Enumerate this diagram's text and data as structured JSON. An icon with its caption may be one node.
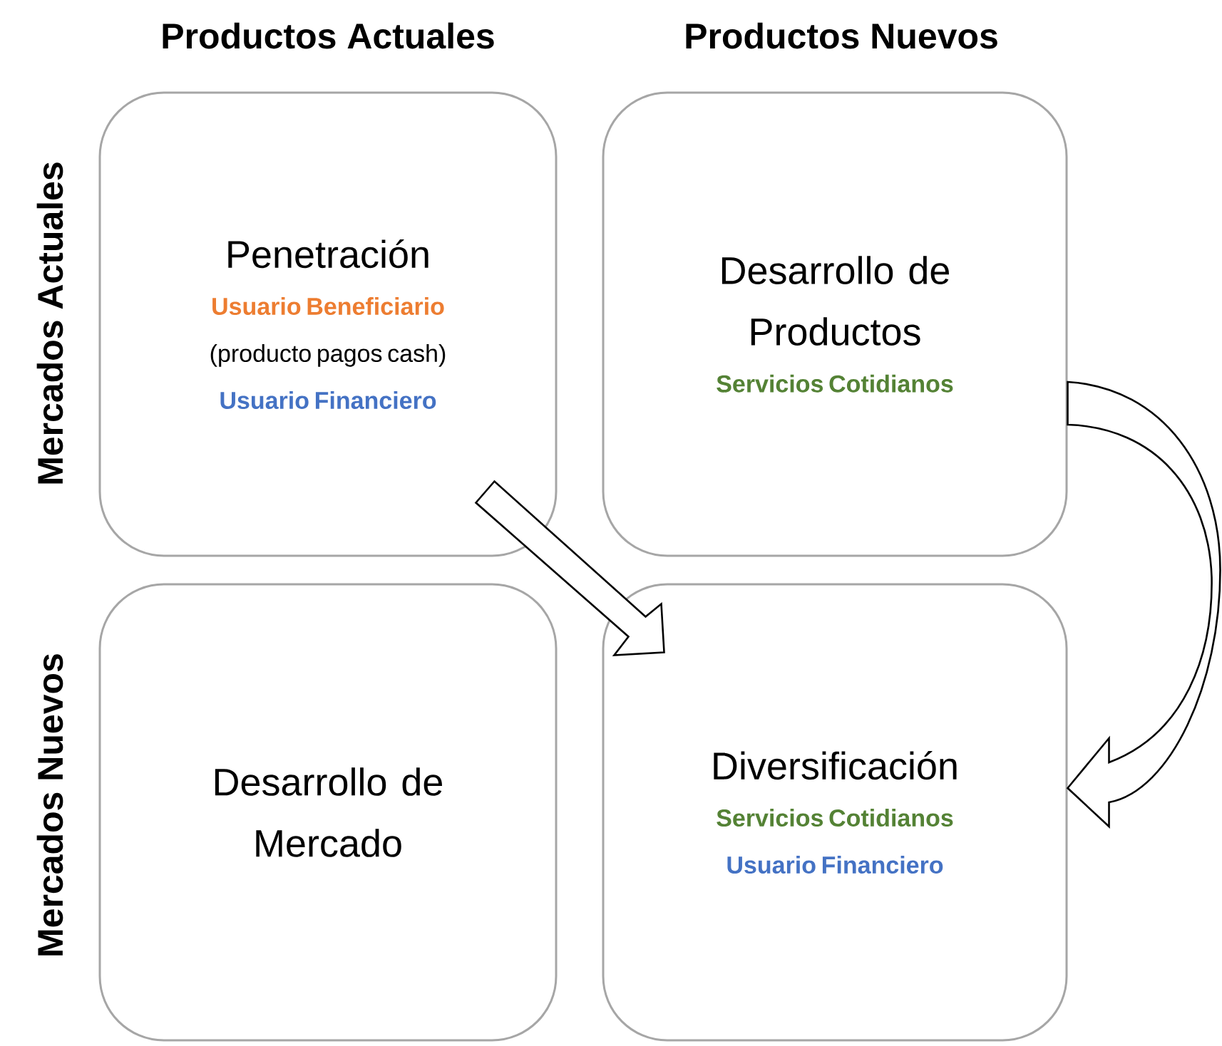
{
  "diagram": {
    "nodes": [
      {
        "text": [
          "Penetración",
          "Usuario Beneficiario",
          "(producto pagos cash)",
          "Usuario Financiero"
        ]
      },
      {
        "text": [
          "Desarrollo de Productos",
          "Servicios Cotidianos"
        ]
      },
      {
        "text": [
          "Desarrollo de Mercado"
        ]
      },
      {
        "text": [
          "Diversificación",
          "Servicios Cotidianos",
          "Usuario Financiero"
        ]
      }
    ],
    "edges": [
      {
        "from": 0,
        "to": 3,
        "arrow": "to"
      },
      {
        "from": 1,
        "to": 3,
        "arrow": "to"
      }
    ],
    "labels": [
      "Productos Actuales",
      "Productos Nuevos",
      "Mercados Actuales",
      "Mercados Nuevos"
    ]
  }
}
